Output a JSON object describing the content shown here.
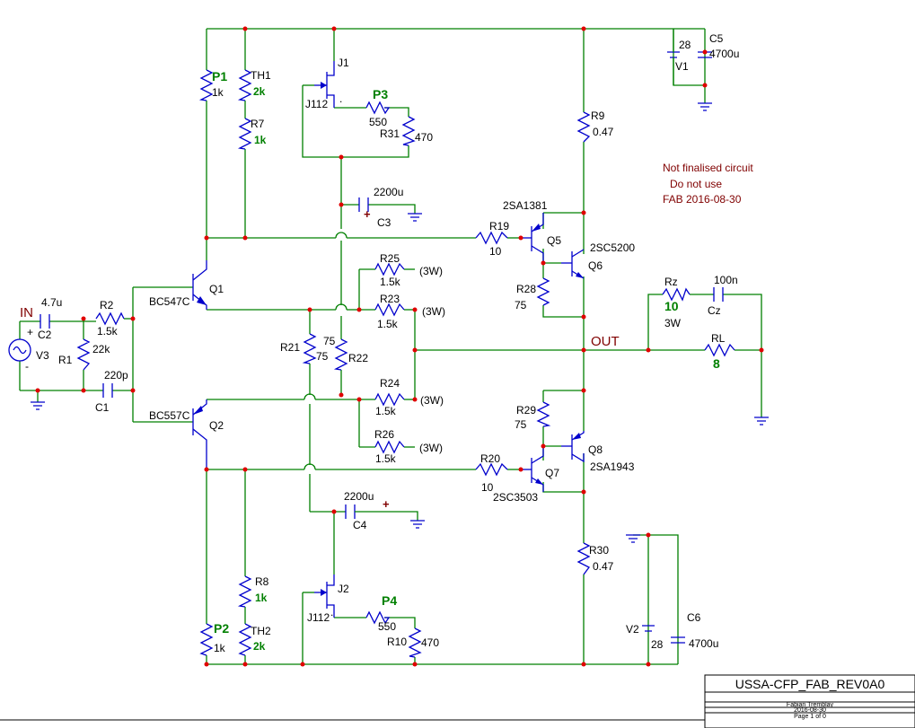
{
  "notes": [
    "Not finalised circuit",
    "Do not use",
    "FAB 2016-08-30"
  ],
  "title_block": {
    "title": "USSA-CFP_FAB_REV0A0",
    "author": "Fabian Tremblay",
    "date": "2016-08-30",
    "page": "Page 1 of 0"
  },
  "labels": {
    "in": "IN",
    "out": "OUT",
    "c2": "C2",
    "c2_val": "4.7u",
    "v3": "V3",
    "v3_plus": "+",
    "v3_minus": "-",
    "r2": "R2",
    "r2_val": "1.5k",
    "r1": "R1",
    "r1_val": "22k",
    "c1": "C1",
    "c1_val": "220p",
    "q1": "Q1",
    "q1_type": "BC547C",
    "q2": "Q2",
    "q2_type": "BC557C",
    "p1": "P1",
    "p1_val": "1k",
    "p2": "P2",
    "p2_val": "1k",
    "th1": "TH1",
    "th1_val": "2k",
    "th2": "TH2",
    "th2_val": "2k",
    "r7": "R7",
    "r7_val": "1k",
    "r8": "R8",
    "r8_val": "1k",
    "j1": "J1",
    "j1_type": "J112",
    "j2": "J2",
    "j2_type": "J112",
    "p3": "P3",
    "p3_val": "550",
    "p4": "P4",
    "p4_val": "550",
    "r31": "R31",
    "r31_val": "470",
    "r10": "R10",
    "r10_val": "470",
    "c3": "C3",
    "c3_val": "2200u",
    "c4": "C4",
    "c4_val": "2200u",
    "r25": "R25",
    "r25_val": "1.5k",
    "r25_w": "(3W)",
    "r23": "R23",
    "r23_val": "1.5k",
    "r23_w": "(3W)",
    "r24": "R24",
    "r24_val": "1.5k",
    "r24_w": "(3W)",
    "r26": "R26",
    "r26_val": "1.5k",
    "r26_w": "(3W)",
    "r21": "R21",
    "r21_val": "75",
    "r22": "R22",
    "r22_val": "75",
    "r19": "R19",
    "r19_val": "10",
    "r20": "R20",
    "r20_val": "10",
    "q5": "Q5",
    "q5_type": "2SA1381",
    "q6": "Q6",
    "q6_type": "2SC5200",
    "q7": "Q7",
    "q7_type": "2SC3503",
    "q8": "Q8",
    "q8_type": "2SA1943",
    "r28": "R28",
    "r28_val": "75",
    "r29": "R29",
    "r29_val": "75",
    "r9": "R9",
    "r9_val": "0.47",
    "r30": "R30",
    "r30_val": "0.47",
    "v1": "V1",
    "v1_val": "28",
    "v2": "V2",
    "v2_val": "28",
    "c5": "C5",
    "c5_val": "4700u",
    "c6": "C6",
    "c6_val": "4700u",
    "rz": "Rz",
    "rz_val": "10",
    "rz_w": "3W",
    "cz": "Cz",
    "cz_val": "100n",
    "rl": "RL",
    "rl_val": "8",
    "plus_sign": "+"
  }
}
